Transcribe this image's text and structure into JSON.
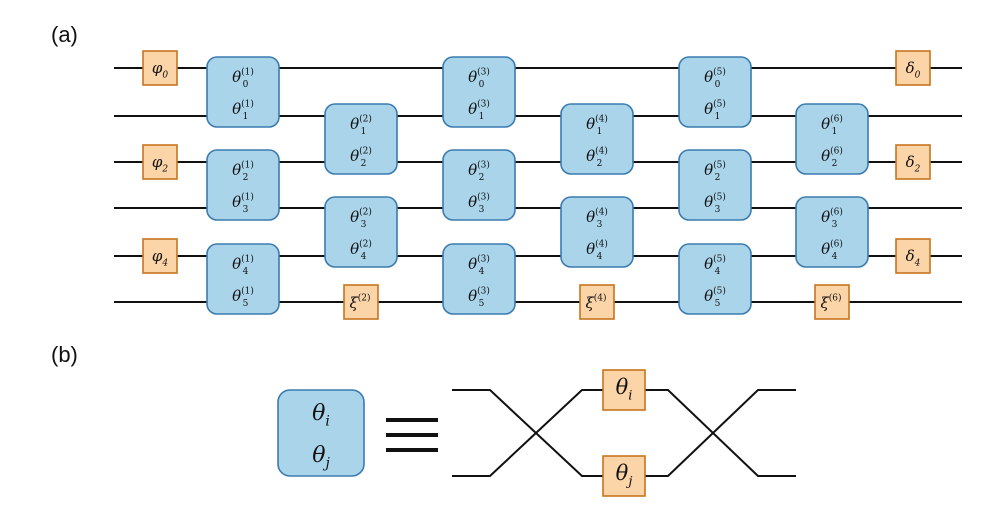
{
  "panel_a": {
    "label": "(a)",
    "input_phases": [
      {
        "sym": "φ",
        "sub": "0"
      },
      {
        "sym": "φ",
        "sub": "2"
      },
      {
        "sym": "φ",
        "sub": "4"
      }
    ],
    "output_phases": [
      {
        "sym": "δ",
        "sub": "0"
      },
      {
        "sym": "δ",
        "sub": "2"
      },
      {
        "sym": "δ",
        "sub": "4"
      }
    ],
    "mzi_columns": [
      {
        "layer": "1",
        "blocks": [
          [
            "0",
            "1"
          ],
          [
            "2",
            "3"
          ],
          [
            "4",
            "5"
          ]
        ]
      },
      {
        "layer": "2",
        "blocks": [
          [
            "1",
            "2"
          ],
          [
            "3",
            "4"
          ]
        ]
      },
      {
        "layer": "3",
        "blocks": [
          [
            "0",
            "1"
          ],
          [
            "2",
            "3"
          ],
          [
            "4",
            "5"
          ]
        ]
      },
      {
        "layer": "4",
        "blocks": [
          [
            "1",
            "2"
          ],
          [
            "3",
            "4"
          ]
        ]
      },
      {
        "layer": "5",
        "blocks": [
          [
            "0",
            "1"
          ],
          [
            "2",
            "3"
          ],
          [
            "4",
            "5"
          ]
        ]
      },
      {
        "layer": "6",
        "blocks": [
          [
            "1",
            "2"
          ],
          [
            "3",
            "4"
          ]
        ]
      }
    ],
    "xi_boxes": [
      {
        "sym": "ξ",
        "sup": "(2)"
      },
      {
        "sym": "ξ",
        "sup": "(4)"
      },
      {
        "sym": "ξ",
        "sup": "(6)"
      }
    ]
  },
  "panel_b": {
    "label": "(b)",
    "block": {
      "top": {
        "sym": "θ",
        "sub": "i"
      },
      "bottom": {
        "sym": "θ",
        "sub": "j"
      }
    },
    "equivalence_symbol": "≡",
    "shifters": [
      {
        "sym": "θ",
        "sub": "i"
      },
      {
        "sym": "θ",
        "sub": "j"
      }
    ]
  }
}
